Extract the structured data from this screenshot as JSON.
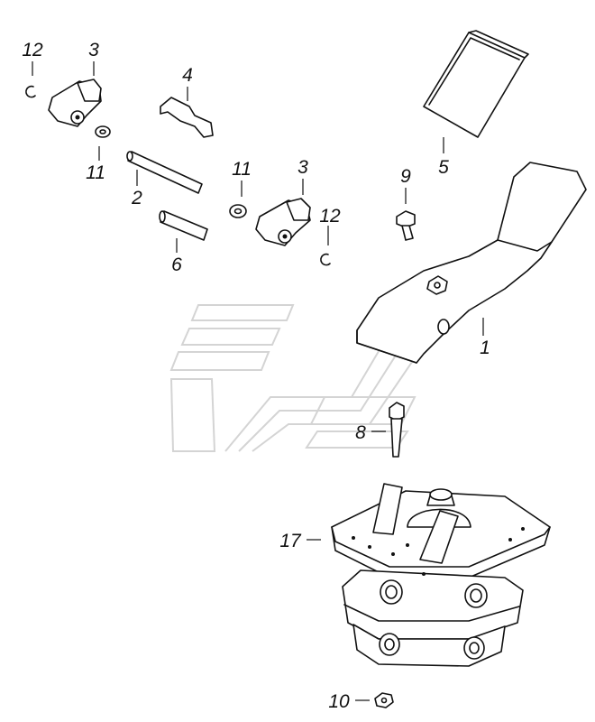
{
  "labels": {
    "p1": "1",
    "p2": "2",
    "p3a": "3",
    "p3b": "3",
    "p4": "4",
    "p5": "5",
    "p6": "6",
    "p8": "8",
    "p9": "9",
    "p10": "10",
    "p11a": "11",
    "p11b": "11",
    "p12a": "12",
    "p12b": "12",
    "p17": "17"
  }
}
